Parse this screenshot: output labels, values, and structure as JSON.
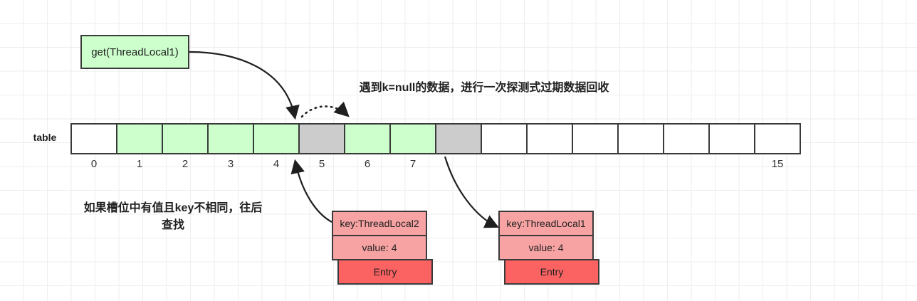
{
  "diagram": {
    "title_annotation_top": "遇到k=null的数据，进行一次探测式过期数据回收",
    "annotation_left_line1": "如果槽位中有值且key不相同，",
    "annotation_left_line2": "往后查找",
    "call_box_label": "get(ThreadLocal1)",
    "table_label": "table",
    "colors": {
      "green": "#ccffcc",
      "gray": "#cccccc",
      "white": "#ffffff",
      "entry_light": "#f8a3a3",
      "entry_dark": "#fb6262",
      "stroke": "#3a3a3a",
      "grid": "#eeeeee"
    }
  },
  "table": {
    "label": "table",
    "slot_count": 16,
    "slots": [
      {
        "index": "0",
        "state": "white"
      },
      {
        "index": "1",
        "state": "green"
      },
      {
        "index": "2",
        "state": "green"
      },
      {
        "index": "3",
        "state": "green"
      },
      {
        "index": "4",
        "state": "green"
      },
      {
        "index": "5",
        "state": "gray"
      },
      {
        "index": "6",
        "state": "green"
      },
      {
        "index": "7",
        "state": "green"
      },
      {
        "index": "8",
        "state": "gray"
      },
      {
        "index": "9",
        "state": "white"
      },
      {
        "index": "10",
        "state": "white"
      },
      {
        "index": "11",
        "state": "white"
      },
      {
        "index": "12",
        "state": "white"
      },
      {
        "index": "13",
        "state": "white"
      },
      {
        "index": "14",
        "state": "white"
      },
      {
        "index": "15",
        "state": "white"
      }
    ],
    "visible_index_labels": [
      "0",
      "1",
      "2",
      "3",
      "4",
      "5",
      "6",
      "7",
      "",
      "",
      "",
      "",
      "",
      "",
      "",
      "15"
    ]
  },
  "entries": [
    {
      "id": "entry-threadlocal2",
      "key_label": "key:ThreadLocal2",
      "value_label": "value: 4",
      "type_label": "Entry"
    },
    {
      "id": "entry-threadlocal1",
      "key_label": "key:ThreadLocal1",
      "value_label": "value: 4",
      "type_label": "Entry"
    }
  ],
  "arrows": [
    {
      "name": "get-call-to-slot4",
      "style": "solid"
    },
    {
      "name": "slot4-to-slot5-probe",
      "style": "dotted"
    },
    {
      "name": "entry2-to-slot4",
      "style": "solid"
    },
    {
      "name": "slot7-to-entry1",
      "style": "solid"
    }
  ]
}
